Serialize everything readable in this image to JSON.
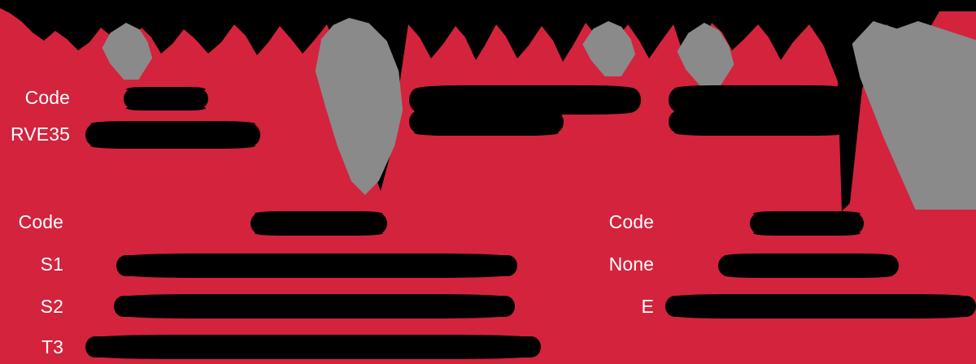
{
  "document": {
    "title": "Redacted Record Sheet",
    "background_color": "#d4233d",
    "band_color": "#000000",
    "accent_gray": "#8a8a8a",
    "redaction_color": "#000000",
    "label_color": "#ffffff"
  },
  "top_section": {
    "rows": [
      {
        "label": "Code",
        "value": "[REDACTED]"
      },
      {
        "label": "RVE35",
        "value": "[REDACTED]"
      }
    ],
    "middle_block": {
      "label": "",
      "value": "[REDACTED]"
    },
    "right_block": {
      "label": "",
      "value": "[REDACTED]"
    }
  },
  "bottom_left_section": {
    "rows": [
      {
        "label": "Code",
        "value": "[REDACTED]"
      },
      {
        "label": "S1",
        "value": "[REDACTED]"
      },
      {
        "label": "S2",
        "value": "[REDACTED]"
      },
      {
        "label": "T3",
        "value": "[REDACTED]"
      }
    ]
  },
  "bottom_right_section": {
    "rows": [
      {
        "label": "Code",
        "value": "[REDACTED]"
      },
      {
        "label": "None",
        "value": "[REDACTED]"
      },
      {
        "label": "E",
        "value": "[REDACTED]"
      }
    ]
  }
}
